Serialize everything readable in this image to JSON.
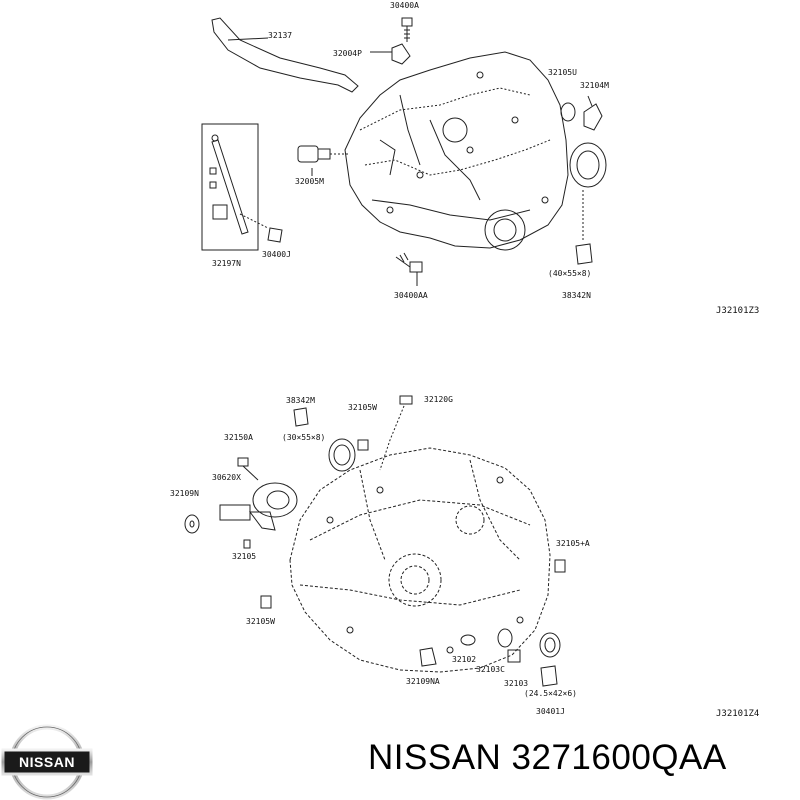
{
  "upper": {
    "labels": {
      "p30400A": "30400A",
      "p32137": "32137",
      "p32004P": "32004P",
      "p32105U": "32105U",
      "p32104M": "32104M",
      "p32005M": "32005M",
      "p32197N": "32197N",
      "p30400J": "30400J",
      "p30400AA": "30400AA",
      "p38342N": "38342N",
      "seal_size": "(40×55×8)"
    },
    "ref_code": "J32101Z3"
  },
  "lower": {
    "labels": {
      "p38342M": "38342M",
      "p32105W_top": "32105W",
      "p32120G": "32120G",
      "seal_size": "(30×55×8)",
      "p32150A": "32150A",
      "p30620X": "30620X",
      "p32109N": "32109N",
      "p32105": "32105",
      "p32105A": "32105+A",
      "p32105W_bottom": "32105W",
      "p32102": "32102",
      "p32103C": "32103C",
      "p32103": "32103",
      "p32109NA": "32109NA",
      "small_seal_size": "(24.5×42×6)",
      "p30401J": "30401J"
    },
    "ref_code": "J32101Z4"
  },
  "brand": {
    "logo_text": "NISSAN",
    "caption": "NISSAN 3271600QAA"
  }
}
